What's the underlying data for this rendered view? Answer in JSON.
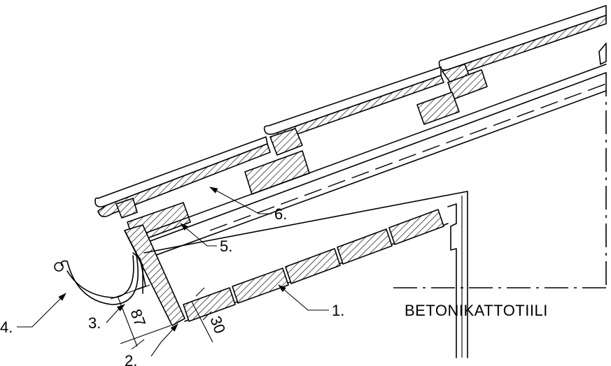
{
  "title": "BETONIKATTOTIILI",
  "labels": {
    "l1": "1.",
    "l2": "2.",
    "l3": "3.",
    "l4": "4.",
    "l5": "5.",
    "l6": "6."
  },
  "dimensions": {
    "d87": "87",
    "d30": "30"
  }
}
